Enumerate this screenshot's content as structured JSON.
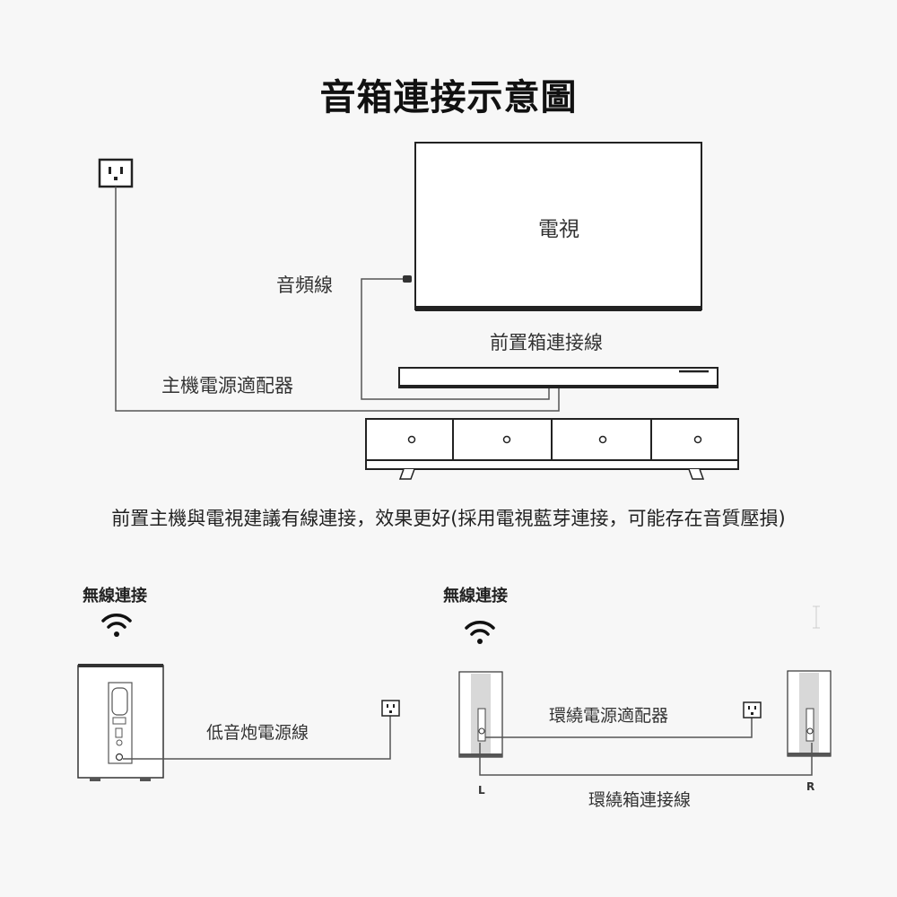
{
  "title": "音箱連接示意圖",
  "tv_label": "電視",
  "audio_cable_label": "音頻線",
  "front_box_cable_label": "前置箱連接線",
  "main_adapter_label": "主機電源適配器",
  "note": "前置主機與電視建議有線連接，效果更好(採用電視藍芽連接，可能存在音質壓損)",
  "wireless_left": "無線連接",
  "wireless_right": "無線連接",
  "subwoofer_cable_label": "低音炮電源線",
  "surround_adapter_label": "環繞電源適配器",
  "surround_cable_label": "環繞箱連接線",
  "left_speaker_label": "L",
  "right_speaker_label": "R",
  "icons": [
    "power-outlet-icon",
    "wifi-icon",
    "tv",
    "soundbar",
    "tv-cabinet",
    "subwoofer",
    "surround-speaker"
  ]
}
